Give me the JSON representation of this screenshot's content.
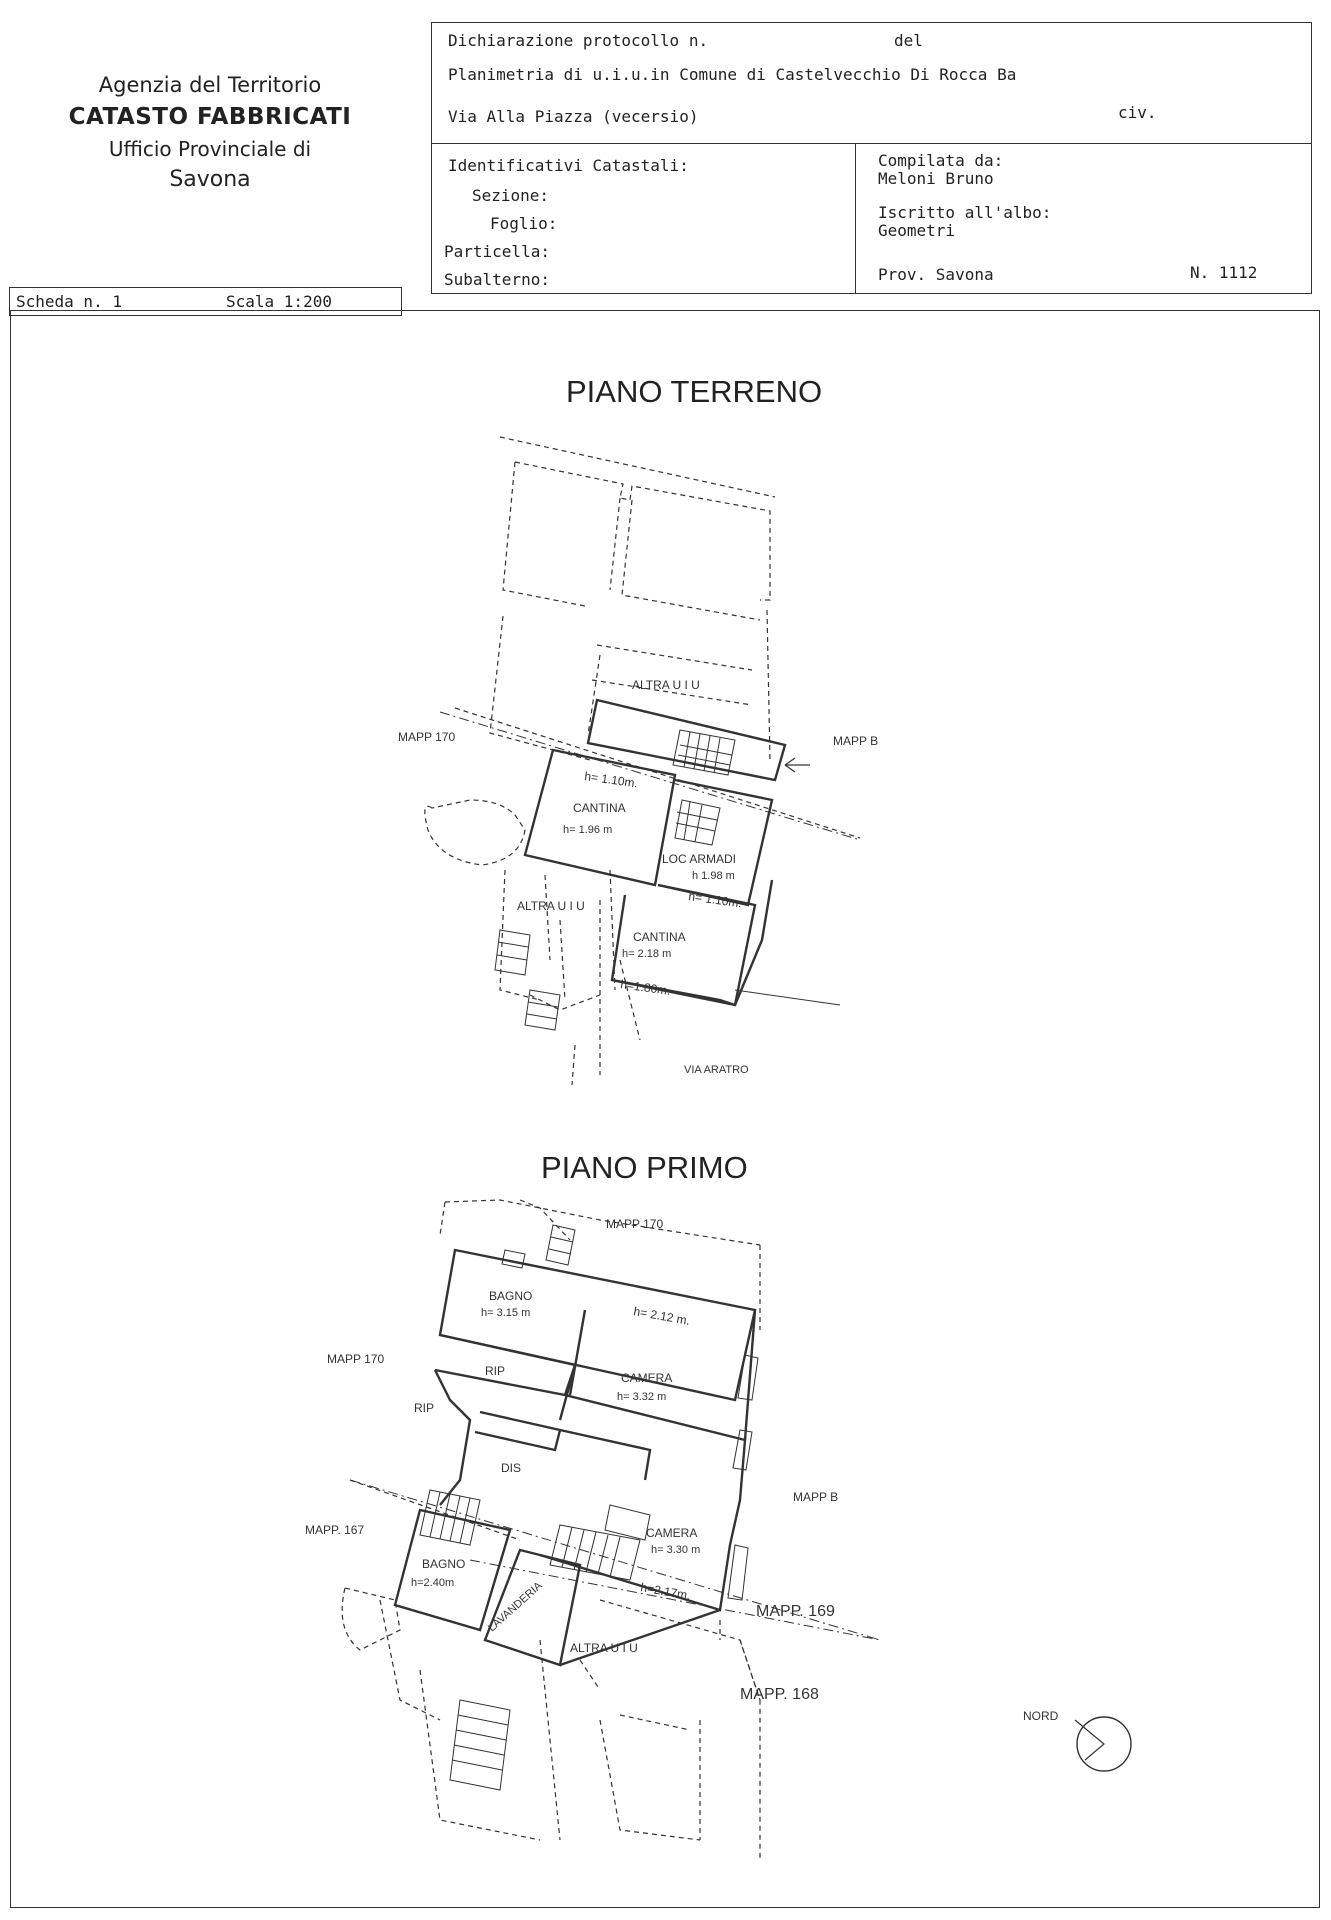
{
  "agency": {
    "line1": "Agenzia del Territorio",
    "line2": "CATASTO FABBRICATI",
    "line3": "Ufficio Provinciale di",
    "line4": "Savona"
  },
  "header": {
    "protocollo_label": "Dichiarazione protocollo n.",
    "del_label": "del",
    "planimetria": "Planimetria di u.i.u.in Comune di Castelvecchio Di Rocca Ba",
    "via": "Via Alla Piazza (vecersio)",
    "civ_label": "civ.",
    "identificativi_label": "Identificativi Catastali:",
    "sezione_label": "Sezione:",
    "foglio_label": "Foglio:",
    "particella_label": "Particella:",
    "subalterno_label": "Subalterno:",
    "compilata_label": "Compilata da:",
    "compilata_value": "Meloni Bruno",
    "iscritto_label": "Iscritto all'albo:",
    "iscritto_value": "Geometri",
    "prov_label": "Prov. Savona",
    "numero": "N.  1112"
  },
  "scheda": {
    "label": "Scheda n. 1",
    "scala": "Scala 1:200"
  },
  "piano_terreno": {
    "title": "PIANO TERRENO",
    "labels": {
      "altra_uiu_1": "ALTRA U I U",
      "mapp_170": "MAPP 170",
      "mapp_b": "MAPP B",
      "h_110_a": "h= 1.10m.",
      "cantina_1": "CANTINA",
      "cantina_1_h": "h= 1.96 m",
      "loc_armadi": "LOC ARMADI",
      "loc_armadi_h": "h 1.98 m",
      "h_110_b": "h= 1.10m.",
      "altra_uiu_2": "ALTRA U I U",
      "cantina_2": "CANTINA",
      "cantina_2_h": "h= 2.18 m",
      "h_180": "h=1.80m.",
      "via_aratro": "VIA ARATRO"
    }
  },
  "piano_primo": {
    "title": "PIANO PRIMO",
    "labels": {
      "mapp_170_top": "MAPP 170",
      "bagno_1": "BAGNO",
      "bagno_1_h": "h= 3.15 m",
      "h_212": "h= 2.12 m.",
      "mapp_170_left": "MAPP 170",
      "rip_1": "RIP",
      "camera_1": "CAMERA",
      "camera_1_h": "h= 3.32 m",
      "rip_2": "RIP",
      "dis": "DIS",
      "mapp_b": "MAPP B",
      "mapp_167": "MAPP. 167",
      "camera_2": "CAMERA",
      "camera_2_h": "h= 3.30 m",
      "bagno_2": "BAGNO",
      "bagno_2_h": "h=2.40m",
      "h_217": "h=2.17m.",
      "mapp_169": "MAPP. 169",
      "lavanderia": "LAVANDERIA",
      "altra_uiu": "ALTRA U I U",
      "mapp_168": "MAPP. 168",
      "nord": "NORD"
    }
  }
}
